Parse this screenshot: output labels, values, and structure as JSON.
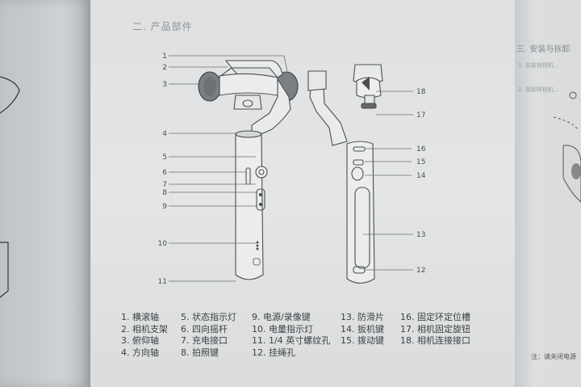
{
  "section_title": "二. 产品部件",
  "callouts_left": [
    "1",
    "2",
    "3",
    "4",
    "5",
    "6",
    "7",
    "8",
    "9",
    "10",
    "11"
  ],
  "callouts_right": [
    "18",
    "17",
    "16",
    "15",
    "14",
    "13",
    "12"
  ],
  "legend": {
    "col1": [
      "1. 横滚轴",
      "2. 相机支架",
      "3. 俯仰轴",
      "4. 方向轴"
    ],
    "col2": [
      "5. 状态指示灯",
      "6. 四向摇杆",
      "7. 充电接口",
      "8. 拍照键"
    ],
    "col3": [
      "9. 电源/录像键",
      "10. 电量指示灯",
      "11. 1/4 英寸螺纹孔",
      "12. 挂绳孔"
    ],
    "col4": [
      "13. 防滑片",
      "14. 扳机键",
      "15. 拨动键"
    ],
    "col5": [
      "16. 固定环定位槽",
      "17. 相机固定旋钮",
      "18. 相机连接接口"
    ]
  },
  "right_page": {
    "title": "三. 安装与拆卸",
    "note_1": "1. 安装将相机...",
    "note_2": "2. 拆卸将相机...",
    "footnote": "注：请关闭电源"
  }
}
